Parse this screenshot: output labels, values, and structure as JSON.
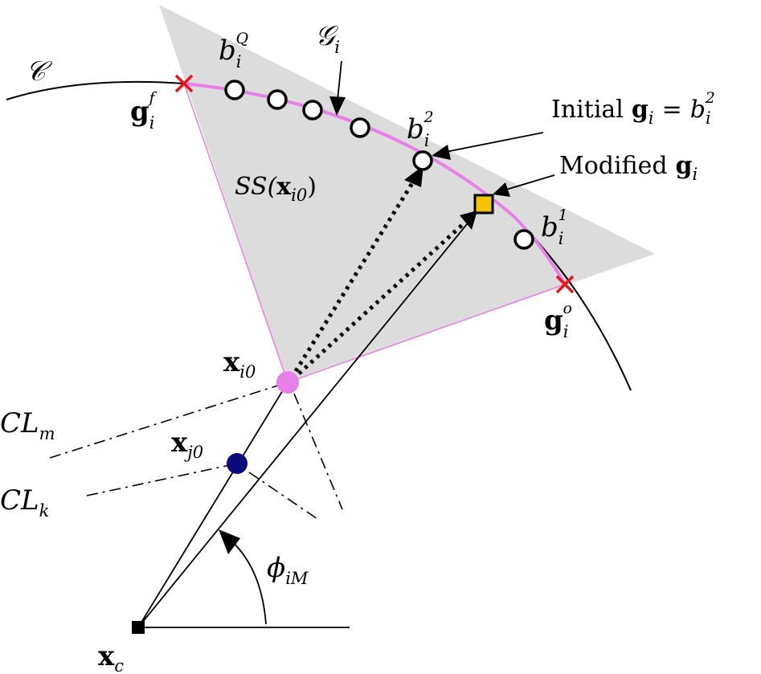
{
  "colors": {
    "shade": "#dcdcdc",
    "arc_highlight": "#e87ee8",
    "xi0_point": "#e87ee8",
    "xj0_point": "#0a0a7a",
    "modified_marker": "#f5c400",
    "cross": "#e8141a"
  },
  "labels": {
    "curve": {
      "main": "𝒞"
    },
    "set": {
      "main": "𝒢",
      "sub": "i"
    },
    "bQ": {
      "main": "b",
      "sub": "i",
      "sup": "Q"
    },
    "b2": {
      "main": "b",
      "sub": "i",
      "sup": "2"
    },
    "b1": {
      "main": "b",
      "sub": "i",
      "sup": "1"
    },
    "gf": {
      "main": "g",
      "sub": "i",
      "sup": "f"
    },
    "go": {
      "main": "g",
      "sub": "i",
      "sup": "o"
    },
    "initial": {
      "word": "Initial",
      "g": "g",
      "gsub": "i",
      "eq": "=",
      "b": "b",
      "bsub": "i",
      "bsup": "2"
    },
    "modified": {
      "word": "Modified",
      "g": "g",
      "gsub": "i"
    },
    "ss": {
      "pre": "SS(",
      "x": "x",
      "sub": "i0",
      "post": ")"
    },
    "xi0": {
      "main": "x",
      "sub": "i0"
    },
    "xj0": {
      "main": "x",
      "sub": "j0"
    },
    "clm": {
      "main": "CL",
      "sub": "m"
    },
    "clk": {
      "main": "CL",
      "sub": "k"
    },
    "phi": {
      "main": "ϕ",
      "sub": "iM"
    },
    "xc": {
      "main": "x",
      "sub": "c"
    }
  }
}
